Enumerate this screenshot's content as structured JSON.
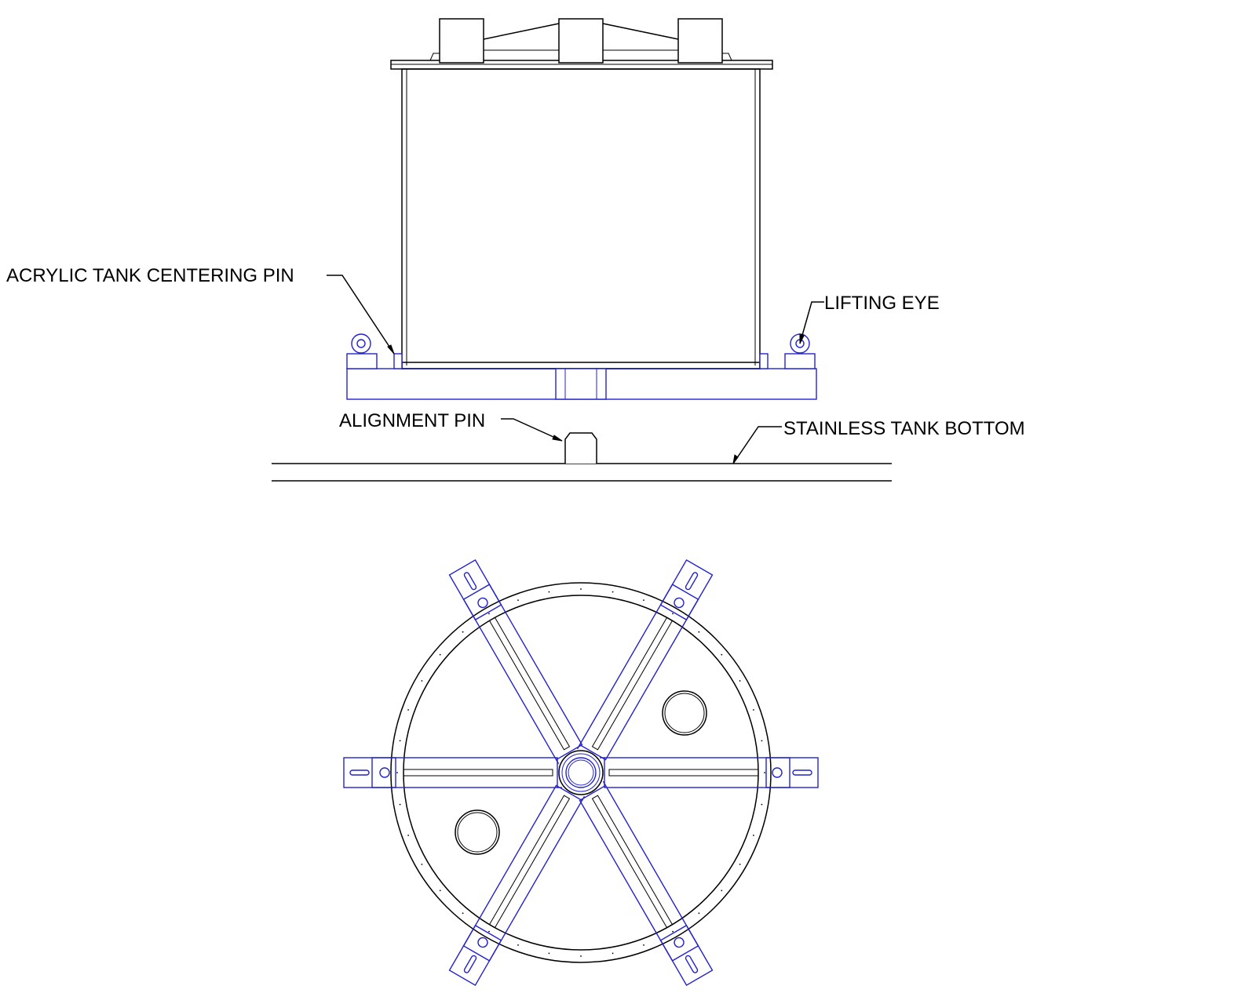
{
  "labels": {
    "centering_pin": "ACRYLIC TANK CENTERING PIN",
    "lifting_eye": "LIFTING EYE",
    "alignment_pin": "ALIGNMENT PIN",
    "stainless_bottom": "STAINLESS TANK BOTTOM"
  },
  "colors": {
    "tank_outline": "#000000",
    "support_frame": "#2222cc",
    "background": "#ffffff"
  }
}
